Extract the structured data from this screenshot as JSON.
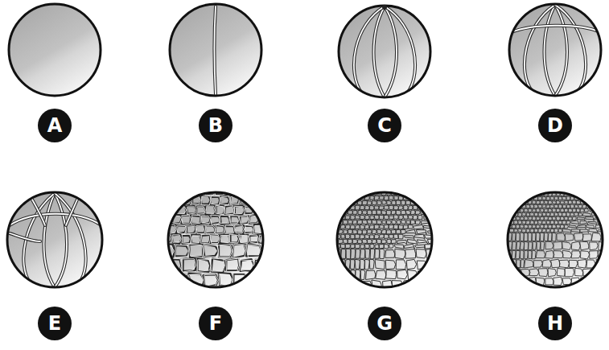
{
  "diagram": {
    "nodes": [
      {
        "text": [
          "A"
        ]
      },
      {
        "text": [
          "B"
        ]
      },
      {
        "text": [
          "C"
        ]
      },
      {
        "text": [
          "D"
        ]
      },
      {
        "text": [
          "E"
        ]
      },
      {
        "text": [
          "F"
        ]
      },
      {
        "text": [
          "G"
        ]
      },
      {
        "text": [
          "H"
        ]
      }
    ]
  }
}
